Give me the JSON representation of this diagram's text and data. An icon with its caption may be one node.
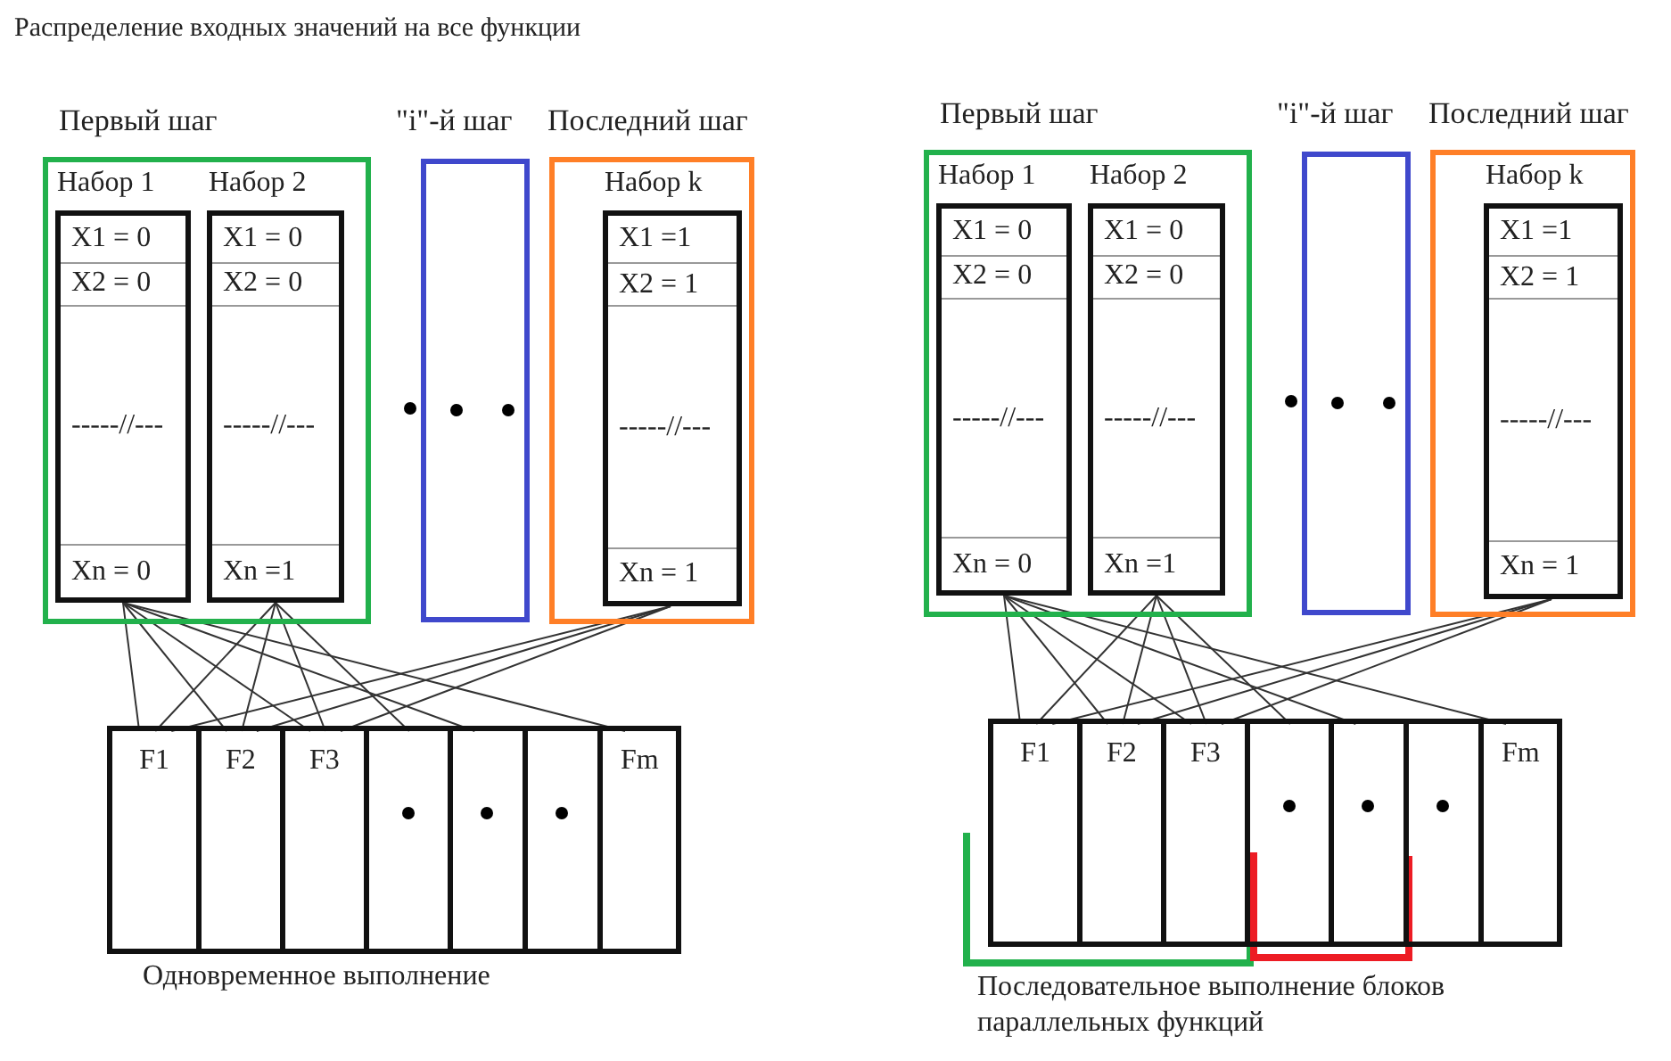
{
  "diagram": {
    "title": "Распределение входных значений на все функции",
    "nodes": [
      {
        "text": [
          "Первый шаг"
        ]
      },
      {
        "text": [
          "Набор 1"
        ],
        "in": 0
      },
      {
        "text": [
          "X1 = 0"
        ],
        "in": 1
      },
      {
        "text": [
          "X2 = 0"
        ],
        "in": 1
      },
      {
        "text": [
          "-----//---"
        ],
        "in": 1
      },
      {
        "text": [
          "Xn = 0"
        ],
        "in": 1
      },
      {
        "text": [
          "Набор 2"
        ],
        "in": 0
      },
      {
        "text": [
          "X1 = 0"
        ],
        "in": 6
      },
      {
        "text": [
          "X2 = 0"
        ],
        "in": 6
      },
      {
        "text": [
          "-----//---"
        ],
        "in": 6
      },
      {
        "text": [
          "Xn =1"
        ],
        "in": 6
      },
      {
        "text": [
          "\"i\"-й шаг"
        ]
      },
      {
        "text": [
          "Последний шаг"
        ]
      },
      {
        "text": [
          "Набор k"
        ],
        "in": 12
      },
      {
        "text": [
          "X1 =1"
        ],
        "in": 13
      },
      {
        "text": [
          "X2 = 1"
        ],
        "in": 13
      },
      {
        "text": [
          "-----//---"
        ],
        "in": 13
      },
      {
        "text": [
          "Xn = 1"
        ],
        "in": 13
      },
      {
        "text": [],
        "shape": "box",
        "beside": [
          "Одновременное выполнение"
        ]
      },
      {
        "text": [
          "F1"
        ],
        "in": 18
      },
      {
        "text": [
          "F2"
        ],
        "in": 18
      },
      {
        "text": [
          "F3"
        ],
        "in": 18
      },
      {
        "text": [],
        "shape": "box",
        "in": 18
      },
      {
        "text": [],
        "shape": "box",
        "in": 18
      },
      {
        "text": [],
        "shape": "box",
        "in": 18
      },
      {
        "text": [
          "Fm"
        ],
        "in": 18
      },
      {
        "text": [
          "Первый шаг"
        ]
      },
      {
        "text": [
          "Набор 1"
        ],
        "in": 26
      },
      {
        "text": [
          "X1 = 0"
        ],
        "in": 27
      },
      {
        "text": [
          "X2 = 0"
        ],
        "in": 27
      },
      {
        "text": [
          "-----//---"
        ],
        "in": 27
      },
      {
        "text": [
          "Xn = 0"
        ],
        "in": 27
      },
      {
        "text": [
          "Набор 2"
        ],
        "in": 26
      },
      {
        "text": [
          "X1 = 0"
        ],
        "in": 32
      },
      {
        "text": [
          "X2 = 0"
        ],
        "in": 32
      },
      {
        "text": [
          "-----//---"
        ],
        "in": 32
      },
      {
        "text": [
          "Xn =1"
        ],
        "in": 32
      },
      {
        "text": [
          "\"i\"-й шаг"
        ]
      },
      {
        "text": [
          "Последний шаг"
        ]
      },
      {
        "text": [
          "Набор k"
        ],
        "in": 38
      },
      {
        "text": [
          "X1 =1"
        ],
        "in": 39
      },
      {
        "text": [
          "X2 = 1"
        ],
        "in": 39
      },
      {
        "text": [
          "-----//---"
        ],
        "in": 39
      },
      {
        "text": [
          "Xn = 1"
        ],
        "in": 39
      },
      {
        "text": [],
        "shape": "box",
        "beside": [
          "Последовательное выполнение блоков параллельных функций"
        ]
      },
      {
        "text": [
          "F1"
        ],
        "in": 44
      },
      {
        "text": [
          "F2"
        ],
        "in": 44
      },
      {
        "text": [
          "F3"
        ],
        "in": 44
      },
      {
        "text": [],
        "shape": "box",
        "in": 44
      },
      {
        "text": [],
        "shape": "box",
        "in": 44
      },
      {
        "text": [],
        "shape": "box",
        "in": 44
      },
      {
        "text": [
          "Fm"
        ],
        "in": 44
      }
    ],
    "edges": [
      {
        "from": 1,
        "to": 19,
        "arrow": "none"
      },
      {
        "from": 1,
        "to": 20,
        "arrow": "none"
      },
      {
        "from": 1,
        "to": 21,
        "arrow": "none"
      },
      {
        "from": 1,
        "to": 23,
        "arrow": "none"
      },
      {
        "from": 1,
        "to": 25,
        "arrow": "none"
      },
      {
        "from": 6,
        "to": 19,
        "arrow": "none"
      },
      {
        "from": 6,
        "to": 20,
        "arrow": "none"
      },
      {
        "from": 6,
        "to": 21,
        "arrow": "none"
      },
      {
        "from": 6,
        "to": 22,
        "arrow": "none"
      },
      {
        "from": 13,
        "to": 19,
        "arrow": "none"
      },
      {
        "from": 13,
        "to": 20,
        "arrow": "none"
      },
      {
        "from": 13,
        "to": 21,
        "arrow": "none"
      },
      {
        "from": 27,
        "to": 45,
        "arrow": "none"
      },
      {
        "from": 27,
        "to": 46,
        "arrow": "none"
      },
      {
        "from": 27,
        "to": 47,
        "arrow": "none"
      },
      {
        "from": 27,
        "to": 49,
        "arrow": "none"
      },
      {
        "from": 27,
        "to": 51,
        "arrow": "none"
      },
      {
        "from": 32,
        "to": 45,
        "arrow": "none"
      },
      {
        "from": 32,
        "to": 46,
        "arrow": "none"
      },
      {
        "from": 32,
        "to": 47,
        "arrow": "none"
      },
      {
        "from": 32,
        "to": 48,
        "arrow": "none"
      },
      {
        "from": 39,
        "to": 45,
        "arrow": "none"
      },
      {
        "from": 39,
        "to": 46,
        "arrow": "none"
      },
      {
        "from": 39,
        "to": 47,
        "arrow": "none"
      }
    ]
  }
}
